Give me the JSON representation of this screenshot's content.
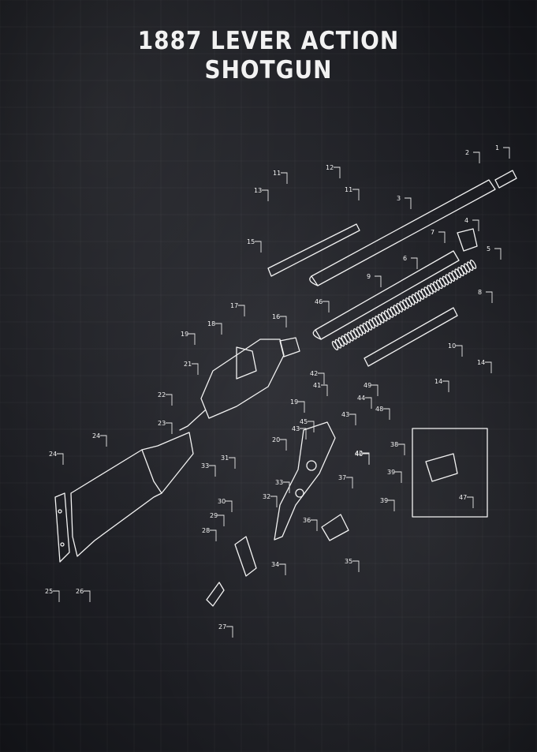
{
  "title": {
    "line1": "1887 LEVER ACTION",
    "line2": "SHOTGUN"
  },
  "colors": {
    "background": "#1c1d22",
    "ink": "#f2f2f2"
  },
  "callouts": [
    "1",
    "2",
    "3",
    "4",
    "5",
    "6",
    "7",
    "8",
    "9",
    "10",
    "11",
    "11",
    "12",
    "13",
    "14",
    "14",
    "15",
    "16",
    "17",
    "18",
    "19",
    "19",
    "20",
    "21",
    "22",
    "23",
    "24",
    "24",
    "25",
    "26",
    "27",
    "28",
    "29",
    "30",
    "31",
    "32",
    "33",
    "33",
    "34",
    "35",
    "36",
    "37",
    "38",
    "39",
    "39",
    "40",
    "41",
    "42",
    "42",
    "43",
    "43",
    "44",
    "45",
    "46",
    "47",
    "48",
    "49",
    "50"
  ]
}
